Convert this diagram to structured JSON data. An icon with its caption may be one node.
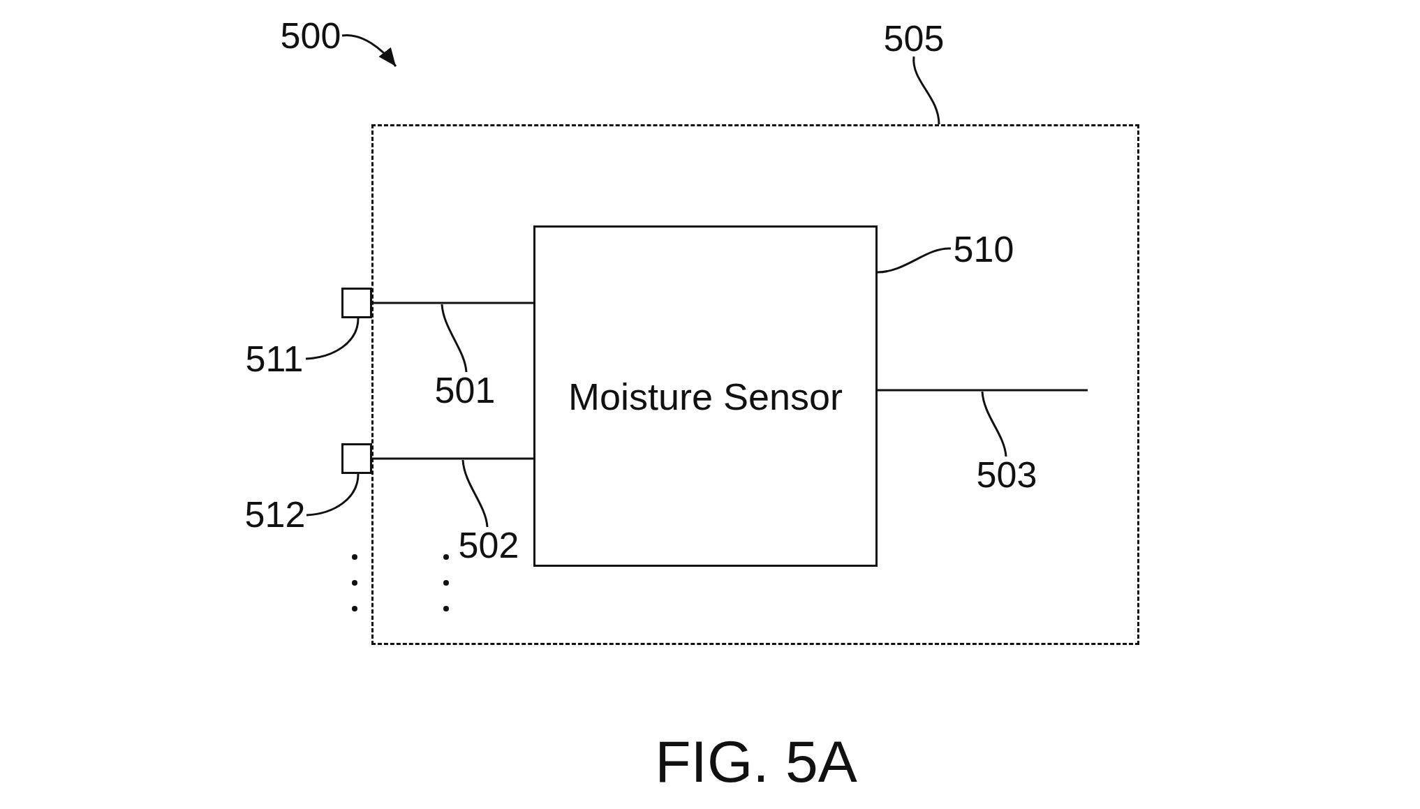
{
  "diagram": {
    "caption": "FIG. 5A",
    "nodes": [
      {
        "text": [
          "500"
        ]
      },
      {
        "text": [
          "505"
        ]
      },
      {
        "text": [],
        "shape": "box"
      },
      {
        "text": [
          "510"
        ],
        "in": 2
      },
      {
        "text": [
          "Moisture Sensor"
        ],
        "in": 2
      },
      {
        "text": [],
        "shape": "box"
      },
      {
        "text": [
          "511"
        ]
      },
      {
        "text": [
          "501"
        ],
        "in": 2
      },
      {
        "text": [],
        "shape": "box"
      },
      {
        "text": [
          "512"
        ]
      },
      {
        "text": [
          "502"
        ],
        "in": 2
      },
      {
        "text": [
          "503"
        ],
        "in": 2
      }
    ],
    "edges": [
      {
        "from": 0,
        "to": null,
        "arrow": "to"
      },
      {
        "from": 1,
        "to": 2,
        "arrow": "none"
      },
      {
        "from": 3,
        "to": 4,
        "arrow": "none"
      },
      {
        "from": 5,
        "to": 4,
        "arrow": "none"
      },
      {
        "from": 6,
        "to": 5,
        "arrow": "none"
      },
      {
        "from": 7,
        "to": null,
        "arrow": "none"
      },
      {
        "from": 8,
        "to": 4,
        "arrow": "none"
      },
      {
        "from": 9,
        "to": 8,
        "arrow": "none"
      },
      {
        "from": 10,
        "to": null,
        "arrow": "none"
      },
      {
        "from": 4,
        "to": null,
        "arrow": "none"
      },
      {
        "from": 11,
        "to": null,
        "arrow": "none"
      }
    ]
  }
}
